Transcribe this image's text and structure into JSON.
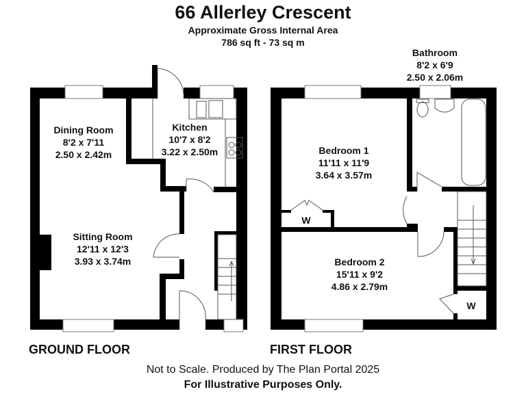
{
  "title": "66 Allerley Crescent",
  "subtitle": "Approximate Gross Internal Area",
  "area": "786 sq ft - 73 sq m",
  "floors": [
    {
      "name": "GROUND FLOOR",
      "rooms": [
        {
          "name": "Dining Room",
          "imperial": "8'2 x 7'11",
          "metric": "2.50 x 2.42m"
        },
        {
          "name": "Kitchen",
          "imperial": "10'7 x 8'2",
          "metric": "3.22 x 2.50m"
        },
        {
          "name": "Sitting Room",
          "imperial": "12'11 x 12'3",
          "metric": "3.93 x 3.74m"
        }
      ]
    },
    {
      "name": "FIRST FLOOR",
      "rooms": [
        {
          "name": "Bathroom",
          "imperial": "8'2 x 6'9",
          "metric": "2.50 x 2.06m"
        },
        {
          "name": "Bedroom 1",
          "imperial": "11'11 x 11'9",
          "metric": "3.64 x 3.57m"
        },
        {
          "name": "Bedroom 2",
          "imperial": "15'11 x 9'2",
          "metric": "4.86 x 2.79m"
        }
      ],
      "wardrobe_label": "W"
    }
  ],
  "footer": {
    "line1": "Not to Scale. Produced by The Plan Portal 2025",
    "line2": "For Illustrative Purposes Only."
  }
}
